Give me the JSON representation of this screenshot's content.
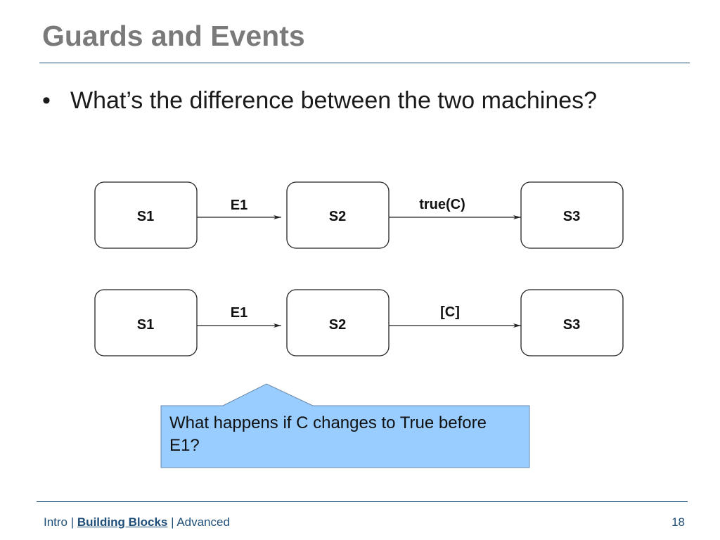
{
  "slide": {
    "title": "Guards and Events",
    "bullet_symbol": "•",
    "bullet_text": "What’s the difference between the two machines?"
  },
  "machines": [
    {
      "states": [
        "S1",
        "S2",
        "S3"
      ],
      "transitions": [
        {
          "from": "S1",
          "to": "S2",
          "label": "E1"
        },
        {
          "from": "S2",
          "to": "S3",
          "label": "true(C)"
        }
      ]
    },
    {
      "states": [
        "S1",
        "S2",
        "S3"
      ],
      "transitions": [
        {
          "from": "S1",
          "to": "S2",
          "label": "E1"
        },
        {
          "from": "S2",
          "to": "S3",
          "label": "[C]"
        }
      ]
    }
  ],
  "callout": {
    "text": "What happens if C changes to True before E1?",
    "fill_color": "#99ccff",
    "border_color": "#6b88a8"
  },
  "footer": {
    "nav_intro": "Intro",
    "nav_separator_1": " | ",
    "nav_current": "Building Blocks",
    "nav_separator_2": " | ",
    "nav_advanced": "Advanced",
    "page_number": "18"
  },
  "colors": {
    "title": "#7a7a7a",
    "accent": "#1f4e79"
  }
}
